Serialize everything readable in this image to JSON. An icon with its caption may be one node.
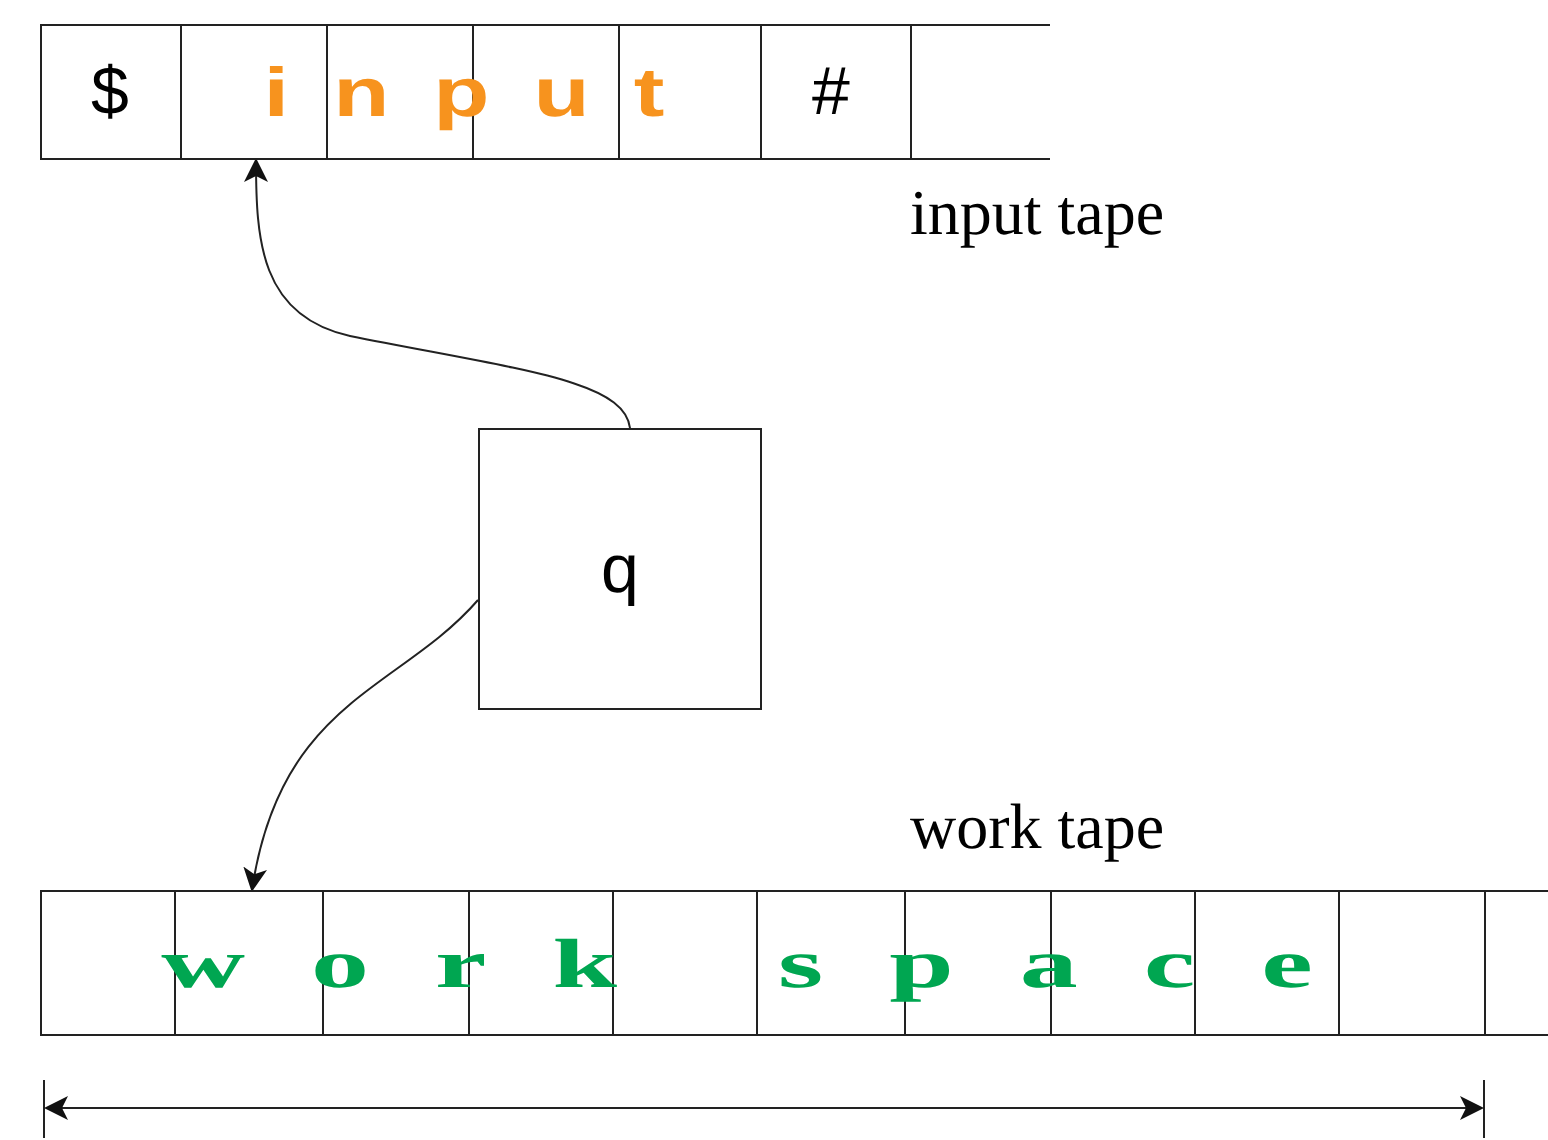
{
  "diagram": {
    "nodes": [
      {
        "text": [
          "$",
          "input",
          "#"
        ],
        "beside": [
          "input tape"
        ]
      },
      {
        "text": [
          "q"
        ]
      },
      {
        "text": [
          "work space"
        ],
        "beside": [
          "work tape"
        ]
      }
    ],
    "edges": [
      {
        "from": 1,
        "to": 0,
        "arrow": "to"
      },
      {
        "from": 1,
        "to": 2,
        "arrow": "to"
      }
    ]
  }
}
